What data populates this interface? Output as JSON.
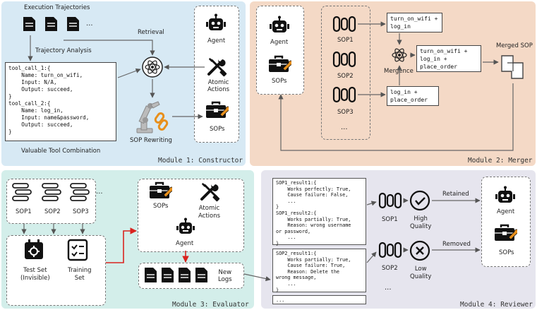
{
  "module1": {
    "title": "Module 1: Constructor",
    "exec_label": "Execution Trajectories",
    "ellipsis": "...",
    "traj_analysis": "Trajectory Analysis",
    "retrieval": "Retrieval",
    "code": "tool_call_1:{\n    Name: turn_on_wifi,\n    Input: N/A,\n    Output: succeed,\n}\ntool_call_2:{\n    Name: log_in,\n    Input: name&password,\n    Output: succeed,\n}",
    "valuable": "Valuable Tool Combination",
    "sop_rewriting": "SOP Rewriting",
    "agent": "Agent",
    "atomic_actions": "Atomic\nActions",
    "sops": "SOPs"
  },
  "module2": {
    "title": "Module 2: Merger",
    "agent": "Agent",
    "sops": "SOPs",
    "sop1": "SOP1",
    "sop2": "SOP2",
    "sop3": "SOP3",
    "ellipsis": "...",
    "box1": "turn_on_wifi +\nlog_in",
    "box2": "turn_on_wifi +\nlog_in +\nplace_order",
    "box3": "log_in +\nplace_order",
    "mergence": "Mergence",
    "merged_sop": "Merged SOP"
  },
  "module3": {
    "title": "Module 3: Evaluator",
    "sop1": "SOP1",
    "sop2": "SOP2",
    "sop3": "SOP3",
    "ellipsis": "...",
    "test_set": "Test Set\n(Invisible)",
    "training_set": "Training\nSet",
    "sops": "SOPs",
    "atomic_actions": "Atomic\nActions",
    "agent": "Agent",
    "new_logs": "New\nLogs"
  },
  "module4": {
    "title": "Module 4: Reviewer",
    "code1": "SOP1_result1:{\n    Works perfectly: True,\n    Cause failure: False,\n    ...\n}\nSOP1_result2:{\n    Works partially: True,\n    Reason: wrong username\nor password,\n    ...\n}",
    "code2": "SOP2_result1:{\n    Works partially: True,\n    Cause failure: True,\n    Reason: Delete the\nwrong message,\n    ...\n}",
    "code3": "...",
    "sop1": "SOP1",
    "sop2": "SOP2",
    "ellipsis": "...",
    "high_quality": "High\nQuality",
    "low_quality": "Low\nQuality",
    "retained": "Retained",
    "removed": "Removed",
    "agent": "Agent",
    "sops": "SOPs"
  },
  "colors": {
    "panel1": "#d7e9f4",
    "panel2": "#f4d9c6",
    "panel3": "#d3eeea",
    "panel4": "#e6e5ee",
    "red_arrow": "#d9231f",
    "chain": "#e8901c"
  }
}
